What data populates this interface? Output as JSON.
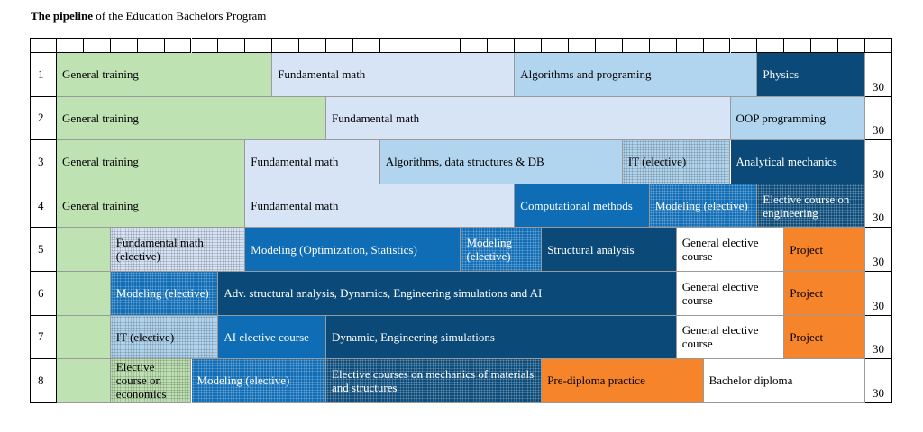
{
  "caption": {
    "bold": "The pipeline",
    "rest": " of the Education Bachelors Program"
  },
  "colors": {
    "green": "#bfe2b3",
    "pale_blue": "#d6e4f5",
    "light_blue": "#b2d5ef",
    "mid_blue": "#0f6db5",
    "dark_blue": "#0b4a78",
    "orange": "#f6842a",
    "white": "#ffffff"
  },
  "rows": [
    {
      "num": "1",
      "credit": "30",
      "cells": [
        {
          "label": "General training",
          "span": 8,
          "color": "green"
        },
        {
          "label": "Fundamental math",
          "span": 9,
          "color": "pale_blue"
        },
        {
          "label": "Algorithms and programing",
          "span": 9,
          "color": "light_blue"
        },
        {
          "label": "Physics",
          "span": 4,
          "color": "dark_blue"
        }
      ]
    },
    {
      "num": "2",
      "credit": "30",
      "cells": [
        {
          "label": "General training",
          "span": 10,
          "color": "green"
        },
        {
          "label": "Fundamental math",
          "span": 15,
          "color": "pale_blue"
        },
        {
          "label": "OOP programming",
          "span": 5,
          "color": "light_blue"
        }
      ]
    },
    {
      "num": "3",
      "credit": "30",
      "cells": [
        {
          "label": "General training",
          "span": 7,
          "color": "green"
        },
        {
          "label": "Fundamental math",
          "span": 5,
          "color": "pale_blue"
        },
        {
          "label": "Algorithms, data structures & DB",
          "span": 9,
          "color": "light_blue"
        },
        {
          "label": "IT (elective)",
          "span": 4,
          "color": "light_blue",
          "pattern": true
        },
        {
          "label": "Analytical mechanics",
          "span": 5,
          "color": "dark_blue"
        }
      ]
    },
    {
      "num": "4",
      "credit": "30",
      "cells": [
        {
          "label": "General training",
          "span": 7,
          "color": "green"
        },
        {
          "label": "Fundamental math",
          "span": 10,
          "color": "pale_blue"
        },
        {
          "label": "Computational methods",
          "span": 5,
          "color": "mid_blue"
        },
        {
          "label": "Modeling (elective)",
          "span": 4,
          "color": "mid_blue",
          "pattern": true
        },
        {
          "label": "Elective course on engineering",
          "span": 4,
          "color": "dark_blue",
          "pattern": true
        }
      ]
    },
    {
      "num": "5",
      "credit": "30",
      "cells": [
        {
          "label": "",
          "span": 2,
          "color": "green"
        },
        {
          "label": "Fundamental math (elective)",
          "span": 5,
          "color": "pale_blue",
          "pattern": true
        },
        {
          "label": "Modeling (Optimization, Statistics)",
          "span": 8,
          "color": "mid_blue"
        },
        {
          "label": "Modeling (elective)",
          "span": 3,
          "color": "mid_blue",
          "pattern": true
        },
        {
          "label": "Structural analysis",
          "span": 5,
          "color": "dark_blue"
        },
        {
          "label": "General elective course",
          "span": 4,
          "color": "white"
        },
        {
          "label": "Project",
          "span": 3,
          "color": "orange"
        }
      ]
    },
    {
      "num": "6",
      "credit": "30",
      "cells": [
        {
          "label": "",
          "span": 2,
          "color": "green"
        },
        {
          "label": "Modeling (elective)",
          "span": 4,
          "color": "mid_blue",
          "pattern": true
        },
        {
          "label": "Adv. structural analysis, Dynamics, Engineering simulations and AI",
          "span": 17,
          "color": "dark_blue"
        },
        {
          "label": "General elective course",
          "span": 4,
          "color": "white"
        },
        {
          "label": "Project",
          "span": 3,
          "color": "orange"
        }
      ]
    },
    {
      "num": "7",
      "credit": "30",
      "cells": [
        {
          "label": "",
          "span": 2,
          "color": "green"
        },
        {
          "label": "IT (elective)",
          "span": 4,
          "color": "light_blue",
          "pattern": true
        },
        {
          "label": "AI elective course",
          "span": 4,
          "color": "mid_blue"
        },
        {
          "label": "Dynamic, Engineering simulations",
          "span": 13,
          "color": "dark_blue"
        },
        {
          "label": "General elective course",
          "span": 4,
          "color": "white"
        },
        {
          "label": "Project",
          "span": 3,
          "color": "orange"
        }
      ]
    },
    {
      "num": "8",
      "credit": "30",
      "cells": [
        {
          "label": "",
          "span": 2,
          "color": "green"
        },
        {
          "label": "Elective course on economics",
          "span": 3,
          "color": "green",
          "pattern": true
        },
        {
          "label": "Modeling (elective)",
          "span": 5,
          "color": "mid_blue",
          "pattern": true
        },
        {
          "label": "Elective courses on mechanics of materials and structures",
          "span": 8,
          "color": "dark_blue",
          "pattern": true
        },
        {
          "label": "Pre-diploma practice",
          "span": 6,
          "color": "orange"
        },
        {
          "label": "Bachelor diploma",
          "span": 6,
          "color": "white"
        }
      ]
    }
  ]
}
